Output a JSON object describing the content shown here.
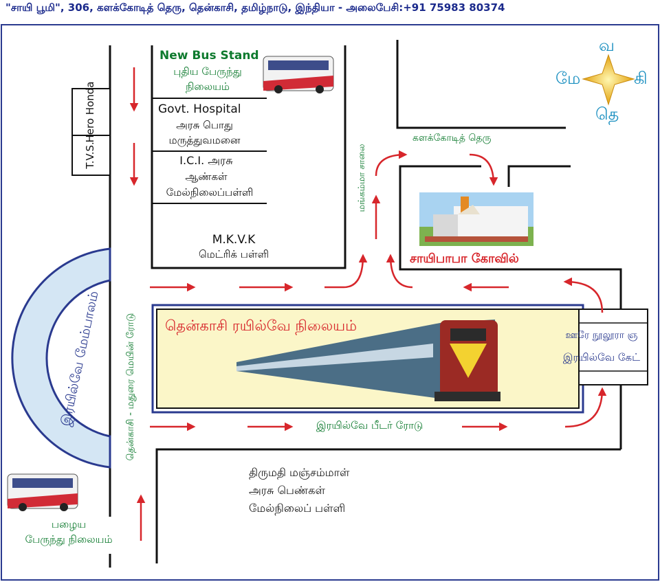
{
  "header": {
    "address_line": "\"சாயி பூமி\", 306, களக்கோடித் தெரு, தென்காசி, தமிழ்நாடு, இந்தியா - அலைபேசி:+91 75983 80374"
  },
  "compass": {
    "north": "வ",
    "west": "மே",
    "east": "கி",
    "south": "தெ"
  },
  "places": {
    "new_bus_stand_en": "New Bus Stand",
    "new_bus_stand_ta_1": "புதிய பேருந்து",
    "new_bus_stand_ta_2": "நிலையம்",
    "govt_hospital_en": "Govt. Hospital",
    "govt_hospital_ta_1": "அரசு பொது",
    "govt_hospital_ta_2": "மருத்துவமனை",
    "ici_1": "I.C.I. அரசு",
    "ici_2": "ஆண்கள்",
    "ici_3": "மேல்நிலைப்பள்ளி",
    "mkvk_1": "M.K.V.K",
    "mkvk_2": "மெட்ரிக் பள்ளி",
    "hero_honda": "Hero Honda",
    "tvs": "T.V.S.",
    "kalakkodi_street": "களக்கோடித் தெரு",
    "mangammal_road": "மங்கம்மா சாலை",
    "saibaba_temple": "சாயிபாபா கோவில்",
    "railway_station": "தென்காசி ரயில்வே நிலையம்",
    "railway_gate_1": "ஊரே நூலூரா ஞ",
    "railway_gate_2": "இரயில்வே கேட்",
    "flyover": "இரயில்வே மேம்பாலம்",
    "main_road": "தென்காசி - மதுரை மெயின் ரோடு",
    "feeder_road": "இரயில்வே பீடர் ரோடு",
    "school_1": "திருமதி மஞ்சம்மாள்",
    "school_2": "அரசு பெண்கள்",
    "school_3": "மேல்நிலைப் பள்ளி",
    "old_bus_stand_1": "பழைய",
    "old_bus_stand_2": "பேருந்து நிலையம்"
  },
  "colors": {
    "road_line": "#111111",
    "arrow": "#d7262b",
    "flyover_fill": "#d4e6f4",
    "flyover_edge": "#2a3a8f",
    "station_fill": "#fbf6c8",
    "border": "#2a3a8f"
  }
}
